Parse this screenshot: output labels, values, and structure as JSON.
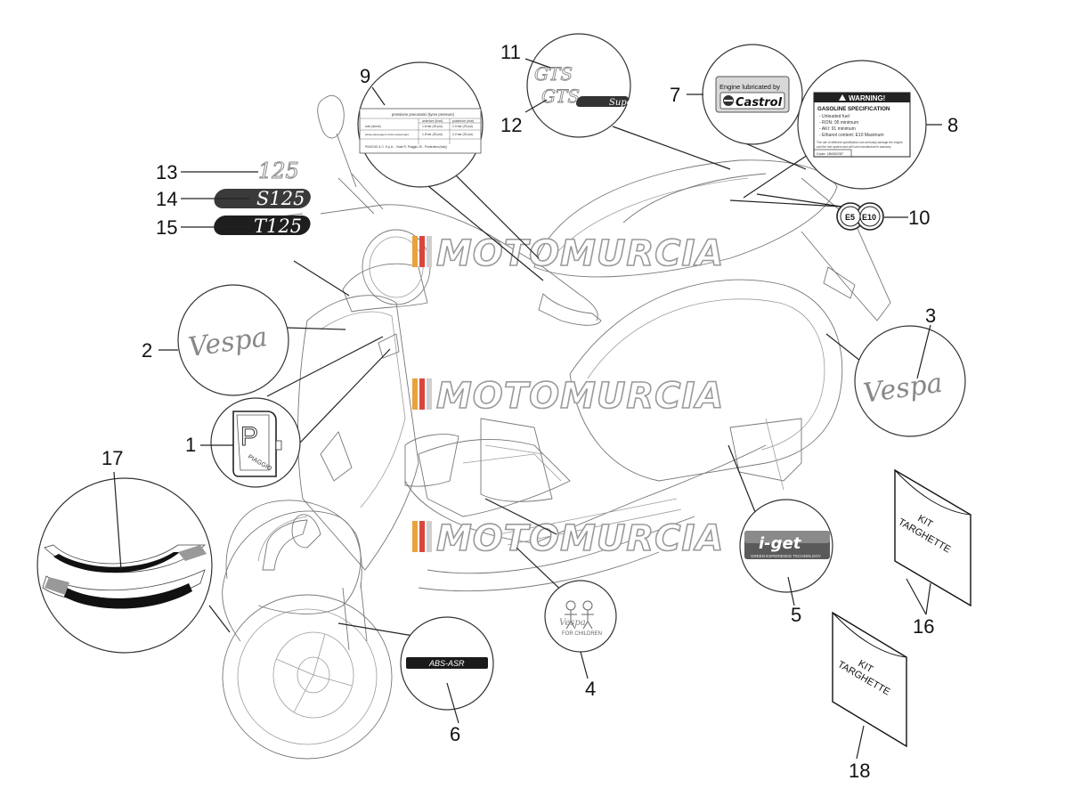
{
  "watermark": "MOTOMURCIA",
  "stickers": {
    "s1_letter": "P",
    "s1_brand": "PIAGGIO",
    "s2_text": "Vespa",
    "s3_text": "Vespa",
    "s4_brand": "Vespa",
    "s4_caption": "FOR CHILDREN",
    "s5_text": "i-get",
    "s5_caption": "GREEN EXPERIENCE TECHNOLOGY",
    "s6_text": "ABS-ASR",
    "s7_line1": "Engine lubricated by",
    "s7_brand": "Castrol",
    "s8_warning": "WARNING!",
    "s8_title": "GASOLINE SPECIFICATION",
    "s8_lines": [
      "- Unleaded fuel",
      "- RON: 95 minimum",
      "- AKI: 91 minimum",
      "- Ethanol content: E10 Maximum"
    ],
    "s8_note1": "The use of different specification can seriously damage the engine",
    "s8_note2": "and the fuel system and will void manufacturer's warranty",
    "s8_code": "Code: 1B000257",
    "s9_title": "pressione pneumatici (tyres pressure)",
    "s9_col1": "anteriore (front)",
    "s9_col2": "posteriore (rear)",
    "s9_row1": [
      "solo (alone)",
      "1.8 bar (26 psi)",
      "2.0 bar (29 psi)"
    ],
    "s9_row2": [
      "pilota+passeggero (rider+passenger)",
      "1.8 bar (26 psi)",
      "2.2 bar (32 psi)"
    ],
    "s9_footer": "PIAGGIO & C. S.p.A. - Viale R. Piaggio 25 - Pontedera (Italy)",
    "s10_left": "E5",
    "s10_right": "E10",
    "s11_text": "GTS",
    "s12_text": "GTS",
    "s12_super": "Super",
    "s13_text": "125",
    "s14_text": "S125",
    "s15_text": "T125",
    "s16_line1": "KIT",
    "s16_line2": "TARGHETTE",
    "s18_line1": "KIT",
    "s18_line2": "TARGHETTE"
  },
  "labels": {
    "n1": "1",
    "n2": "2",
    "n3": "3",
    "n4": "4",
    "n5": "5",
    "n6": "6",
    "n7": "7",
    "n8": "8",
    "n9": "9",
    "n10": "10",
    "n11": "11",
    "n12": "12",
    "n13": "13",
    "n14": "14",
    "n15": "15",
    "n16": "16",
    "n17": "17",
    "n18": "18"
  }
}
